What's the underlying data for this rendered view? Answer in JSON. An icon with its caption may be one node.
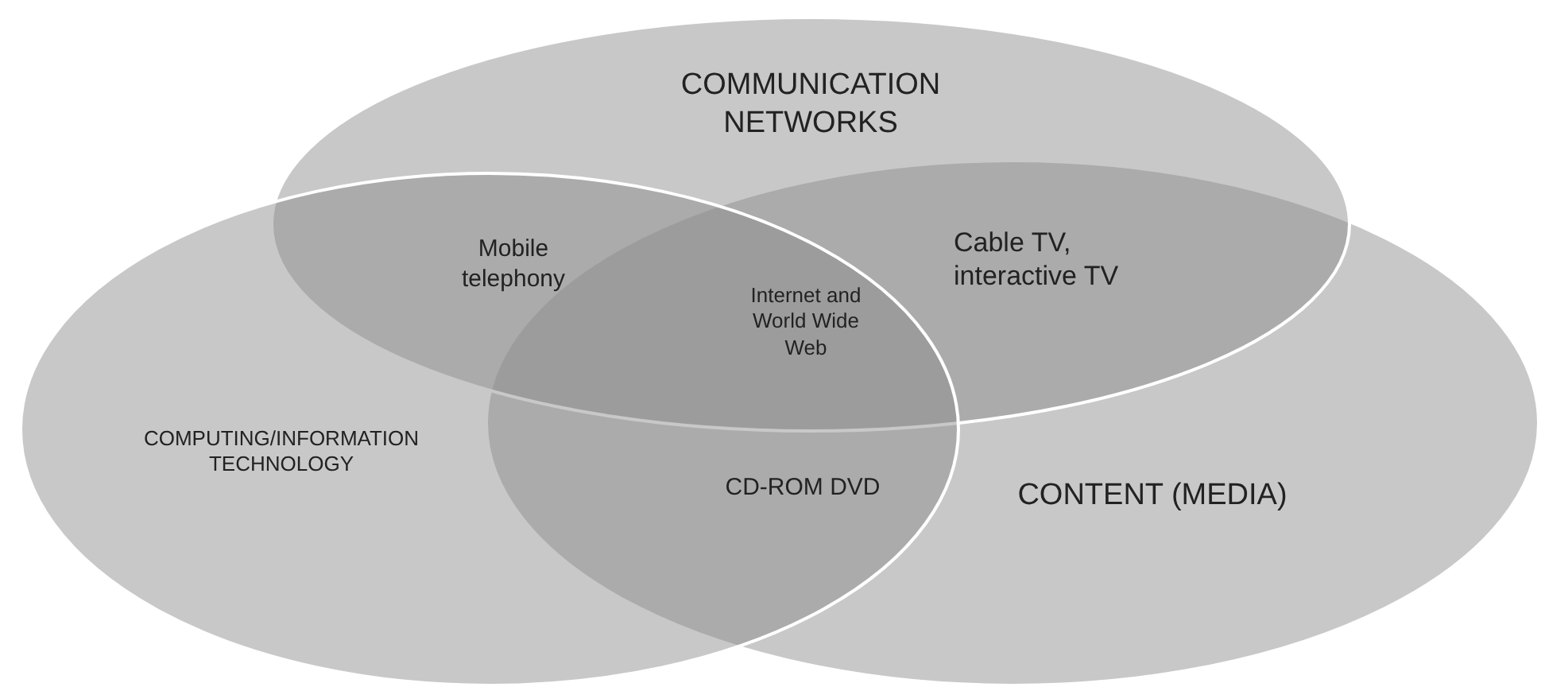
{
  "diagram": {
    "nodes": [
      {
        "text": [
          "COMMUNICATION NETWORKS"
        ]
      },
      {
        "text": [
          "COMPUTING/INFORMATION TECHNOLOGY"
        ]
      },
      {
        "text": [
          "CONTENT (MEDIA)"
        ]
      }
    ],
    "labels": [
      "Mobile telephony",
      "Cable TV, interactive TV",
      "Internet and World Wide Web",
      "CD-ROM DVD"
    ]
  }
}
